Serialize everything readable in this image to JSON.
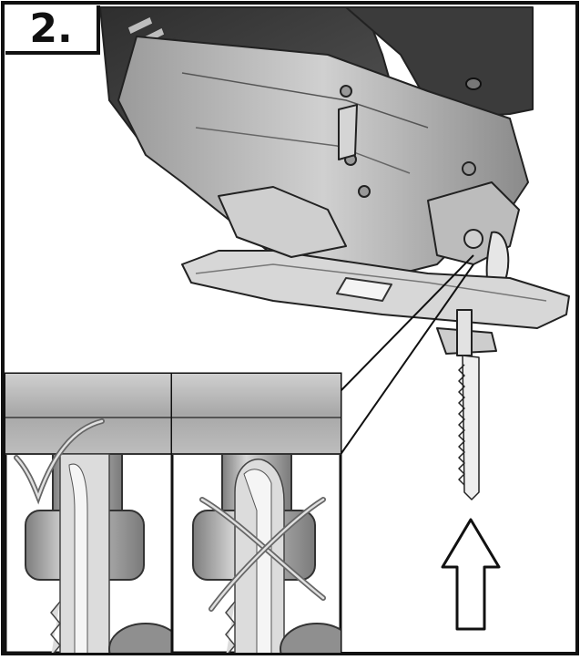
{
  "step": {
    "number": "2."
  },
  "panels": {
    "correct": {
      "mark": "check-mark"
    },
    "incorrect": {
      "mark": "cross-mark"
    }
  },
  "colors": {
    "outline": "#111111",
    "tool_dark": "#3a3a3a",
    "tool_mid": "#8c8c8c",
    "tool_light": "#d4d4d4",
    "tool_lighter": "#ececec"
  }
}
